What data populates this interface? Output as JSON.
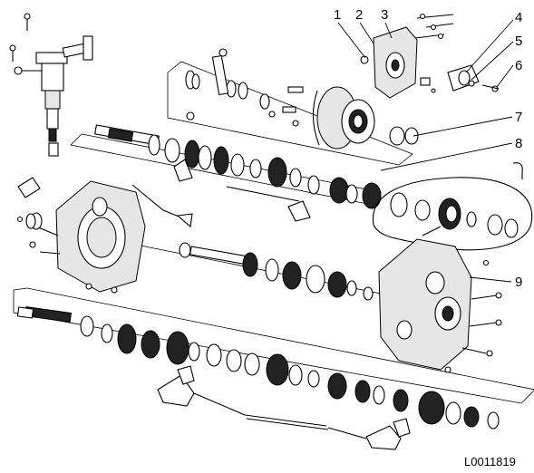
{
  "figure": {
    "callouts": [
      {
        "id": "1",
        "label": "1"
      },
      {
        "id": "2",
        "label": "2"
      },
      {
        "id": "3",
        "label": "3"
      },
      {
        "id": "4",
        "label": "4"
      },
      {
        "id": "5",
        "label": "5"
      },
      {
        "id": "6",
        "label": "6"
      },
      {
        "id": "7",
        "label": "7"
      },
      {
        "id": "8",
        "label": "8"
      },
      {
        "id": "9",
        "label": "9"
      }
    ],
    "code": "L0011819"
  },
  "colors": {
    "line": "#000000",
    "background": "#ffffff"
  }
}
